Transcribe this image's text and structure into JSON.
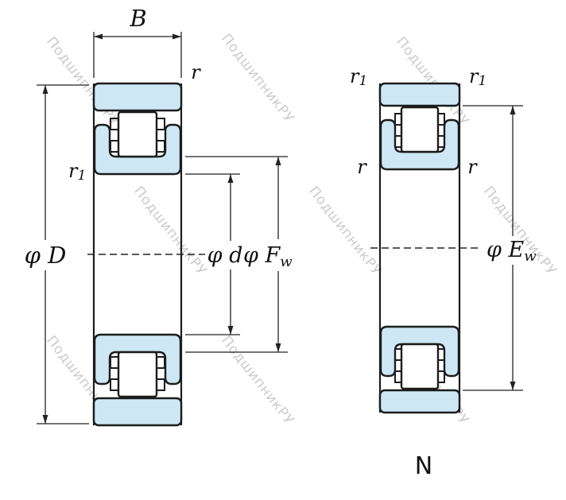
{
  "colors": {
    "ring_fill": "#cde7f5",
    "outline": "#1c1c1c",
    "dimension": "#222222",
    "watermark": "#cbcbcb"
  },
  "watermark": {
    "text": "ПодшипникРУ"
  },
  "left_view": {
    "width_label": "B",
    "corner_label": "r",
    "inner_corner_main": "r",
    "inner_corner_sub": "1",
    "outer_diameter": "φ D",
    "bore_diameter": "φ d",
    "raceway_main": "φ F",
    "raceway_sub": "w"
  },
  "right_view": {
    "top_left_corner_main": "r",
    "top_left_corner_sub": "1",
    "top_right_corner_main": "r",
    "top_right_corner_sub": "1",
    "flange_left_corner": "r",
    "flange_right_corner": "r",
    "raceway_main": "φ E",
    "raceway_sub": "w",
    "type_label": "N"
  }
}
